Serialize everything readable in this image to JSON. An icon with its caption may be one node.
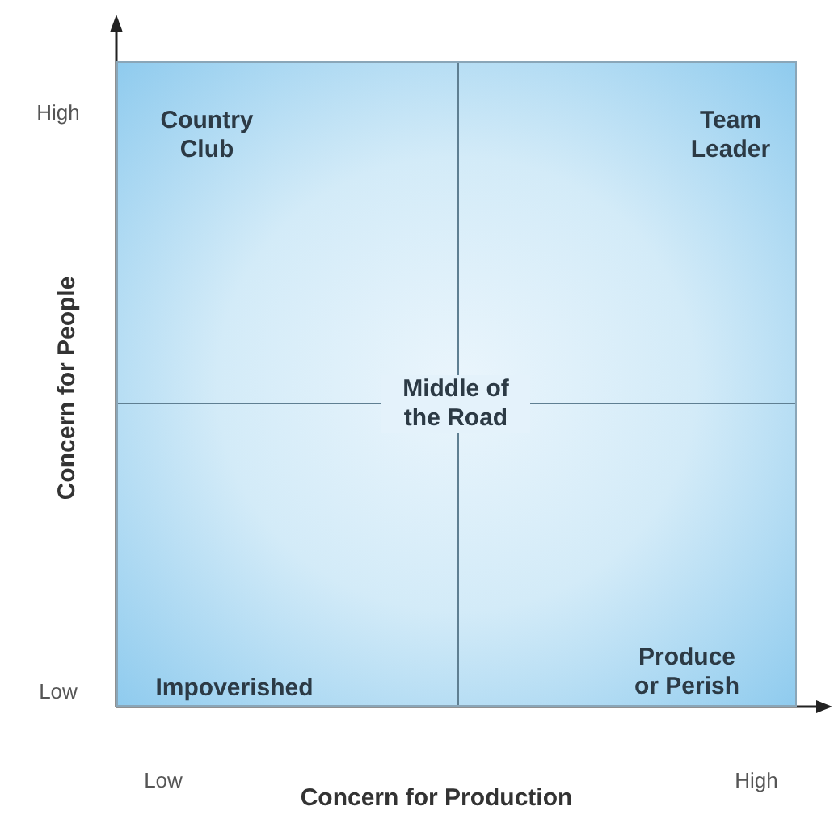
{
  "diagram": {
    "labels": [
      "High",
      "Country Club",
      "Team Leader",
      "Concern for People",
      "Middle of the Road",
      "Low",
      "Impoverished",
      "Produce or Perish",
      "Low",
      "Concern for Production",
      "High"
    ]
  }
}
